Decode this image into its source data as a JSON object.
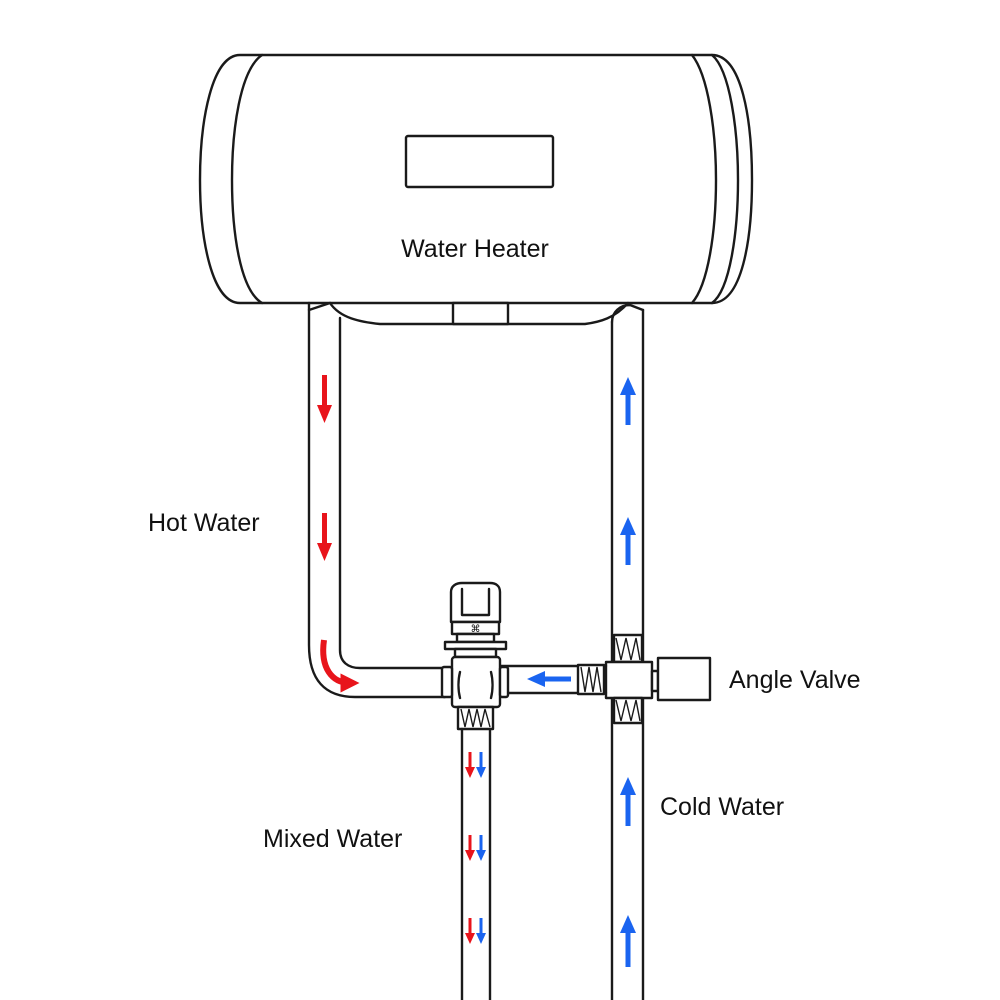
{
  "labels": {
    "water_heater": "Water Heater",
    "hot_water": "Hot Water",
    "angle_valve": "Angle Valve",
    "cold_water": "Cold Water",
    "mixed_water": "Mixed Water"
  },
  "colors": {
    "hot": "#e8141b",
    "cold": "#1a64f0",
    "line": "#1a1a1a"
  },
  "icons": {
    "hot_flow": "red-down-arrow",
    "cold_flow": "blue-up-arrow",
    "mixed_flow": "red-blue-down-arrows"
  }
}
